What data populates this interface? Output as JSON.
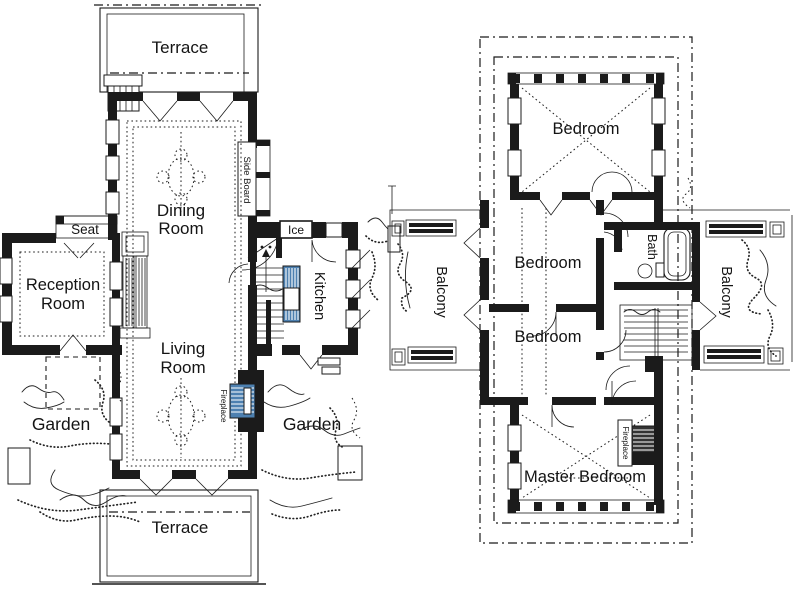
{
  "colors": {
    "ink": "#1b1b1b",
    "fixture_blue": "#4d80b0",
    "paper": "#ffffff"
  },
  "ff": {
    "terrace_top": "Terrace",
    "dining_1": "Dining",
    "dining_2": "Room",
    "side_board": "Side Board",
    "seat": "Seat",
    "ice": "Ice",
    "reception_1": "Reception",
    "reception_2": "Room",
    "kitchen": "Kitchen",
    "living_1": "Living",
    "living_2": "Room",
    "fireplace": "Fireplace",
    "garden_left": "Garden",
    "garden_right": "Garden",
    "terrace_bottom": "Terrace"
  },
  "sf": {
    "bedroom_north": "Bedroom",
    "bedroom_mid": "Bedroom",
    "bedroom_south": "Bedroom",
    "bath": "Bath",
    "balcony_left": "Balcony",
    "balcony_right": "Balcony",
    "master_bedroom": "Master Bedroom",
    "fireplace": "Fireplace"
  }
}
